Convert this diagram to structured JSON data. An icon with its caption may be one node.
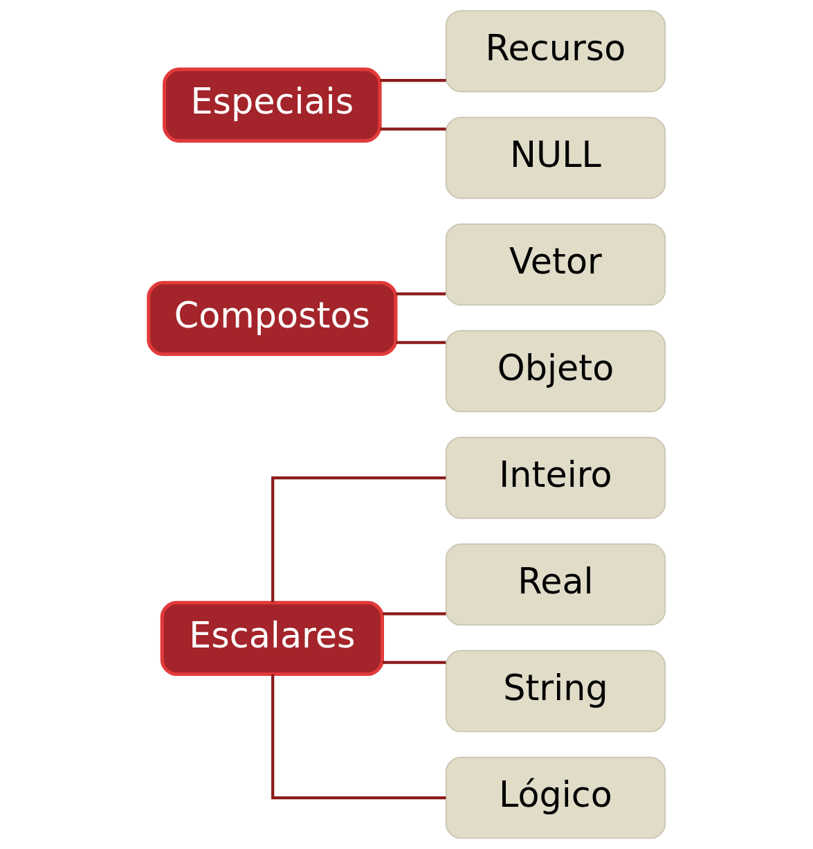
{
  "diagram": {
    "nodes": [
      {
        "text": [
          "Escalares"
        ]
      },
      {
        "text": [
          "Inteiro"
        ]
      },
      {
        "text": [
          "Real"
        ]
      },
      {
        "text": [
          "String"
        ]
      },
      {
        "text": [
          "Lógico"
        ]
      },
      {
        "text": [
          "Compostos"
        ]
      },
      {
        "text": [
          "Vetor"
        ]
      },
      {
        "text": [
          "Objeto"
        ]
      },
      {
        "text": [
          "Especiais"
        ]
      },
      {
        "text": [
          "Recurso"
        ]
      },
      {
        "text": [
          "NULL"
        ]
      }
    ],
    "edges": [
      {
        "from": 0,
        "to": 1,
        "arrow": "none"
      },
      {
        "from": 0,
        "to": 2,
        "arrow": "none"
      },
      {
        "from": 0,
        "to": 3,
        "arrow": "none"
      },
      {
        "from": 0,
        "to": 4,
        "arrow": "none"
      },
      {
        "from": 5,
        "to": 6,
        "arrow": "none"
      },
      {
        "from": 5,
        "to": 7,
        "arrow": "none"
      },
      {
        "from": 8,
        "to": 9,
        "arrow": "none"
      },
      {
        "from": 8,
        "to": 10,
        "arrow": "none"
      }
    ]
  }
}
